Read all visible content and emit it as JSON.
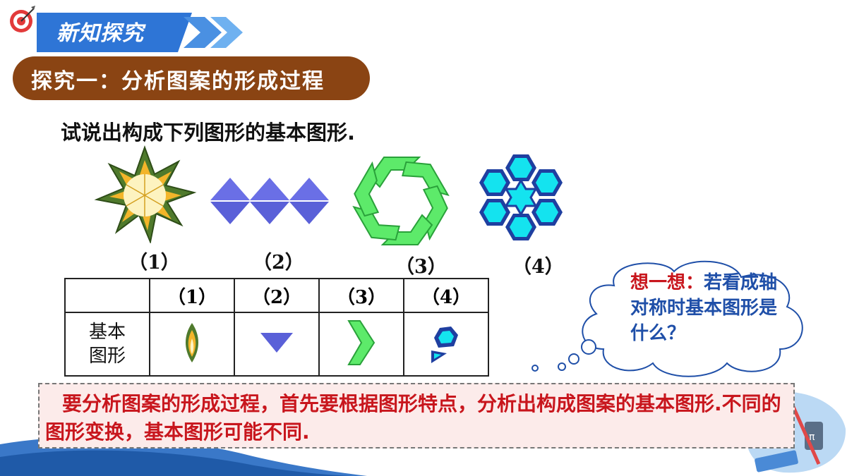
{
  "header": {
    "banner_text": "新知探究",
    "section_title": "探究一：分析图案的形成过程",
    "colors": {
      "banner": "#2e75d6",
      "section": "#8a4413"
    }
  },
  "instruction": "试说出构成下列图形的基本图形.",
  "figures": [
    {
      "label": "（1）",
      "icon": "flower-star-icon"
    },
    {
      "label": "（2）",
      "icon": "three-diamonds-icon"
    },
    {
      "label": "（3）",
      "icon": "green-hexagon-ring-icon"
    },
    {
      "label": "（4）",
      "icon": "hexagon-flower-icon"
    }
  ],
  "table": {
    "headers": [
      "",
      "（1）",
      "（2）",
      "（3）",
      "（4）"
    ],
    "row_label_line1": "基本",
    "row_label_line2": "图形",
    "cells": [
      "petal-icon",
      "down-triangle-icon",
      "chevron-icon",
      "hexagon-arrow-icon"
    ]
  },
  "bubble": {
    "lead": "想一想：",
    "rest": "若看成轴对称时基本图形是什么？",
    "colors": {
      "lead": "#c8161d",
      "rest": "#1f4fa8"
    }
  },
  "note": "要分析图案的形成过程，首先要根据图形特点，分析出构成图案的基本图形.不同的图形变换，基本图形可能不同."
}
